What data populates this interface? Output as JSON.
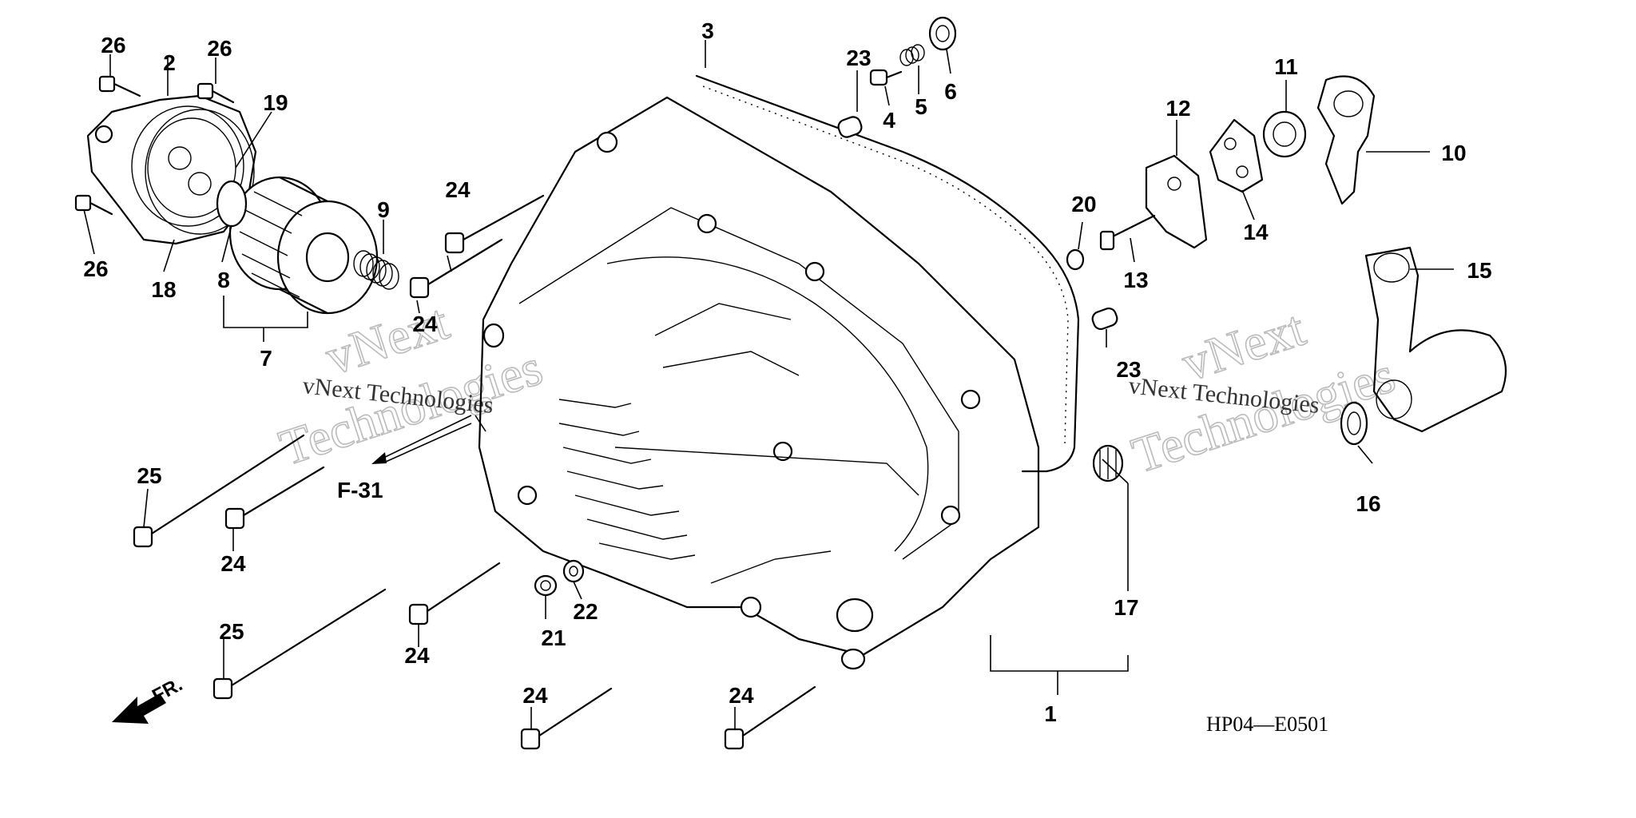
{
  "diagram": {
    "callouts": [
      "1",
      "2",
      "3",
      "4",
      "5",
      "6",
      "7",
      "8",
      "9",
      "10",
      "11",
      "12",
      "13",
      "14",
      "15",
      "16",
      "17",
      "18",
      "19",
      "20",
      "21",
      "22",
      "23",
      "24",
      "25",
      "26"
    ],
    "labels": {
      "p1": "1",
      "p2": "2",
      "p3": "3",
      "p4": "4",
      "p5": "5",
      "p6": "6",
      "p7": "7",
      "p8": "8",
      "p9": "9",
      "p10": "10",
      "p11": "11",
      "p12": "12",
      "p13": "13",
      "p14": "14",
      "p15": "15",
      "p16": "16",
      "p17": "17",
      "p18": "18",
      "p19": "19",
      "p20": "20",
      "p21": "21",
      "p22": "22",
      "p23a": "23",
      "p23b": "23",
      "p24a": "24",
      "p24b": "24",
      "p24c": "24",
      "p24d": "24",
      "p24e": "24",
      "p24f": "24",
      "p25a": "25",
      "p25b": "25",
      "p26a": "26",
      "p26b": "26",
      "p26c": "26"
    },
    "reference": "F-31",
    "direction": "FR.",
    "drawing_code": "HP04—E0501",
    "watermark": {
      "brand_top": "vNext",
      "brand_bottom": "Technologies",
      "brand_full": "vNext Technologies"
    }
  }
}
